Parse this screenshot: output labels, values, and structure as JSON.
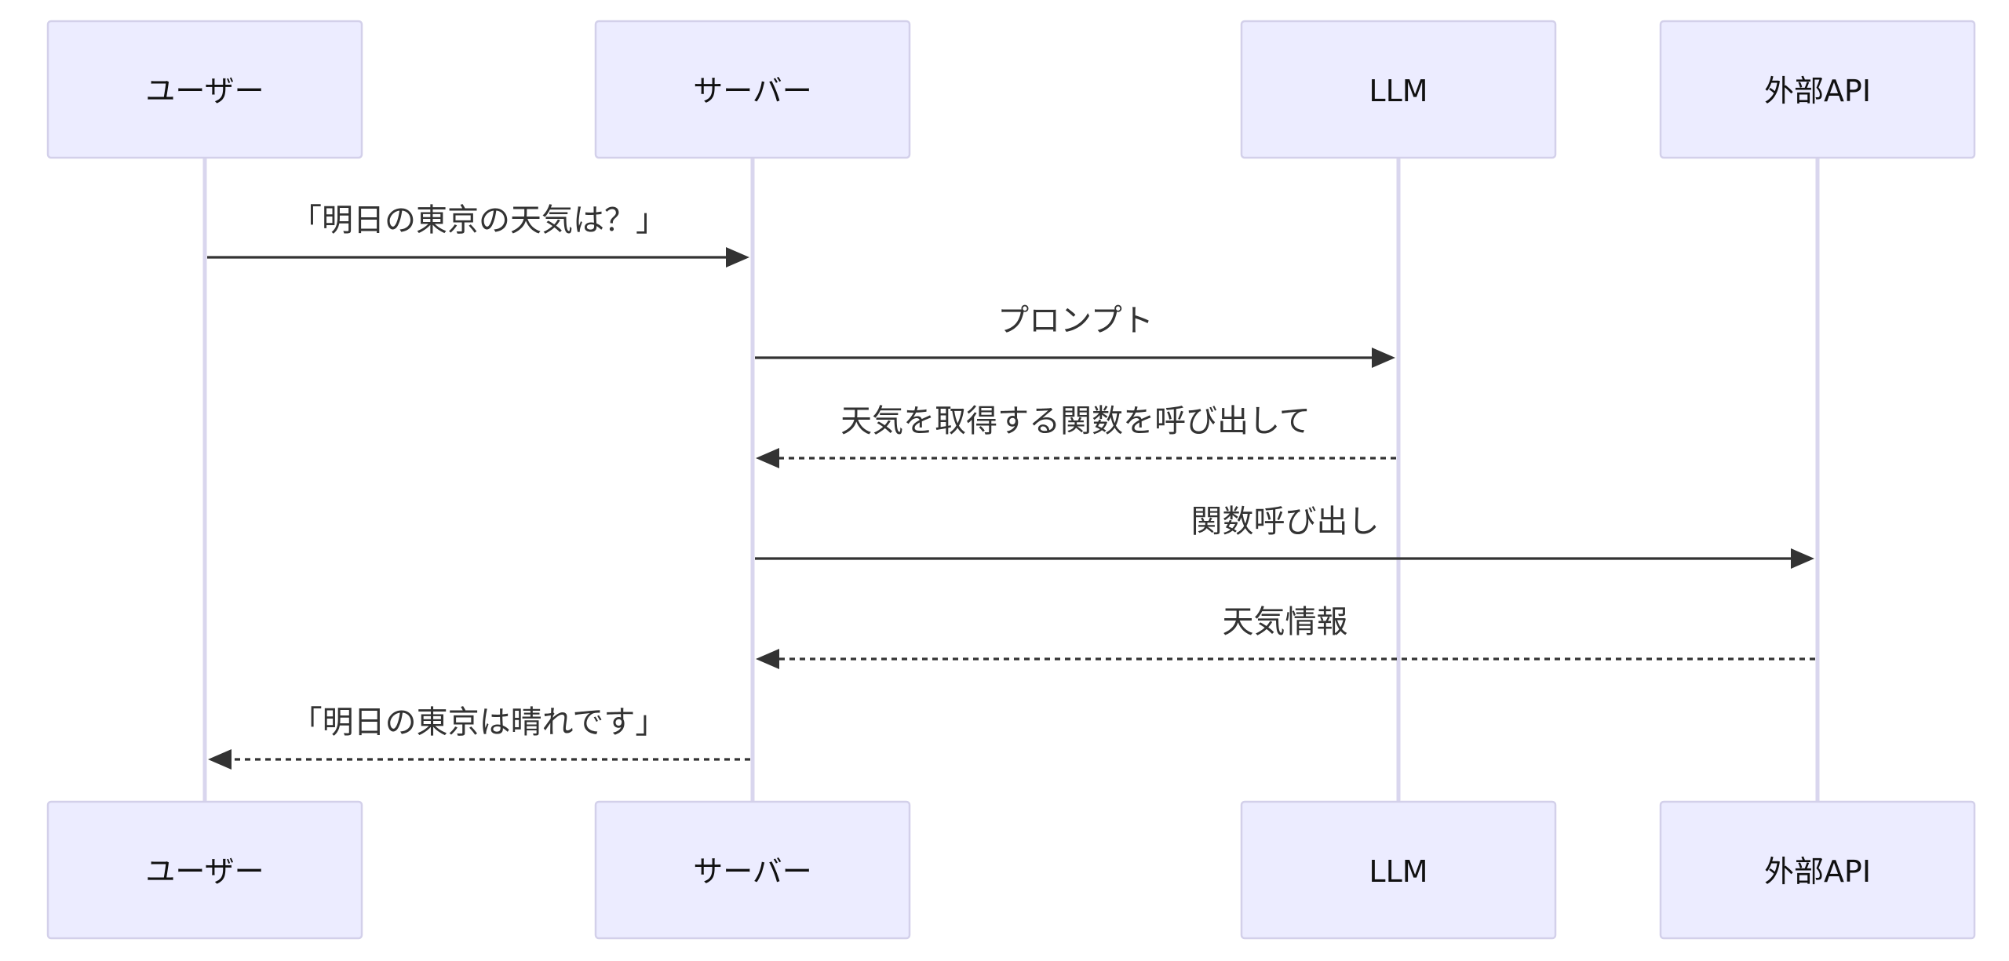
{
  "participants": [
    {
      "id": "user",
      "label": "ユーザー"
    },
    {
      "id": "server",
      "label": "サーバー"
    },
    {
      "id": "llm",
      "label": "LLM"
    },
    {
      "id": "api",
      "label": "外部API"
    }
  ],
  "messages": [
    {
      "from": "user",
      "to": "server",
      "label": "「明日の東京の天気は？」",
      "style": "solid"
    },
    {
      "from": "server",
      "to": "llm",
      "label": "プロンプト",
      "style": "solid"
    },
    {
      "from": "llm",
      "to": "server",
      "label": "天気を取得する関数を呼び出して",
      "style": "dashed"
    },
    {
      "from": "server",
      "to": "api",
      "label": "関数呼び出し",
      "style": "solid"
    },
    {
      "from": "api",
      "to": "server",
      "label": "天気情報",
      "style": "dashed"
    },
    {
      "from": "server",
      "to": "user",
      "label": "「明日の東京は晴れです」",
      "style": "dashed"
    }
  ],
  "colors": {
    "actor_fill": "#ececff",
    "actor_border": "#d3d0ea",
    "lifeline": "#d9d6ee",
    "message": "#333333"
  }
}
